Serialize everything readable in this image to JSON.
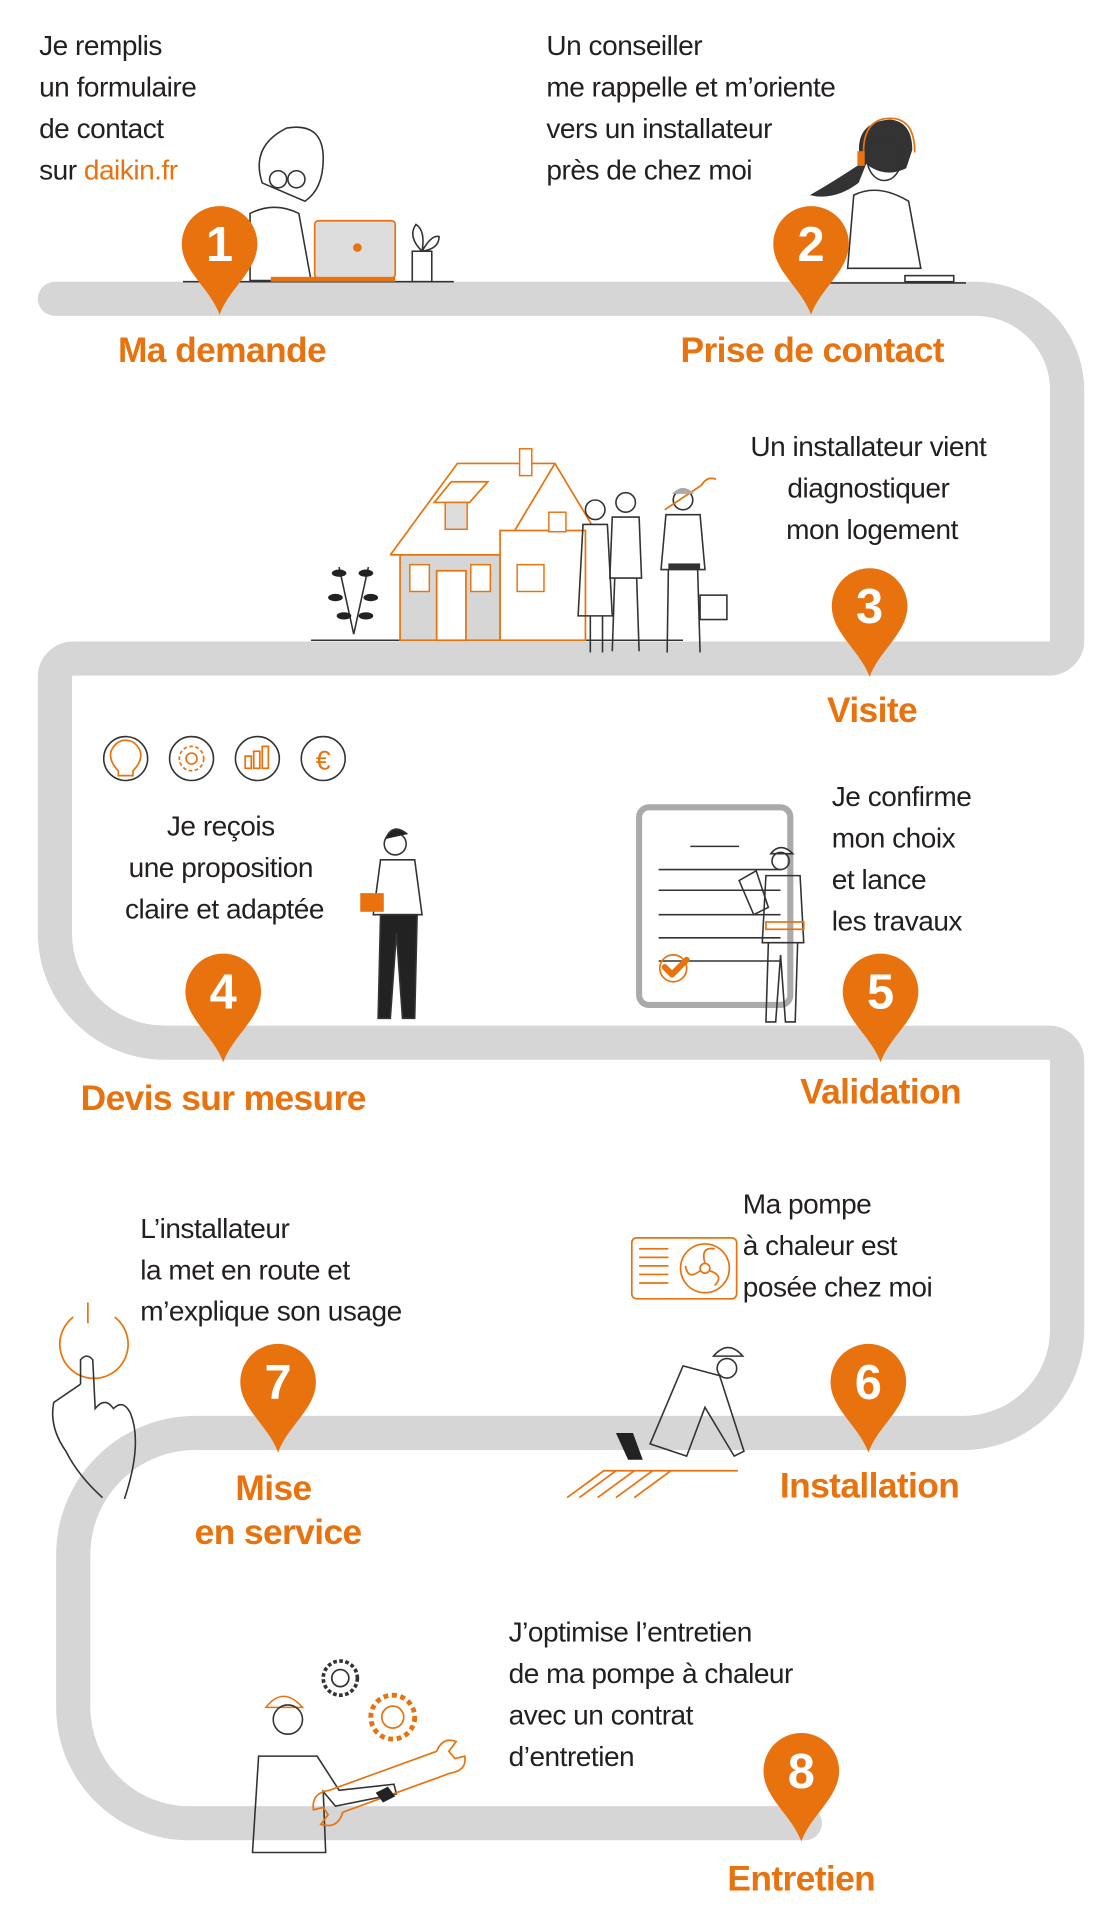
{
  "colors": {
    "accent": "#e8730e",
    "road": "#d6d6d6",
    "text": "#231f20"
  },
  "steps": [
    {
      "number": "1",
      "title": "Ma demande",
      "lines": [
        "Je remplis",
        "un formulaire",
        "de contact",
        "sur "
      ],
      "link": "daikin.fr"
    },
    {
      "number": "2",
      "title": "Prise de contact",
      "lines": [
        "Un conseiller",
        "me rappelle et m’oriente",
        "vers un installateur",
        "près de chez moi"
      ]
    },
    {
      "number": "3",
      "title": "Visite",
      "lines": [
        "Un installateur vient",
        "diagnostiquer",
        "mon logement"
      ]
    },
    {
      "number": "4",
      "title": "Devis sur mesure",
      "lines": [
        "Je reçois",
        "une proposition",
        "claire et adaptée"
      ],
      "icons": [
        "lightbulb-icon",
        "gear-icon",
        "bar-chart-icon",
        "euro-icon"
      ]
    },
    {
      "number": "5",
      "title": "Validation",
      "lines": [
        "Je confirme",
        "mon choix",
        "et lance",
        "les travaux"
      ]
    },
    {
      "number": "6",
      "title": "Installation",
      "lines": [
        "Ma pompe",
        "à chaleur est",
        "posée chez moi"
      ]
    },
    {
      "number": "7",
      "title_lines": [
        "Mise",
        "en service"
      ],
      "lines": [
        "L’installateur",
        "la met en route et",
        "m’explique son usage"
      ]
    },
    {
      "number": "8",
      "title": "Entretien",
      "lines": [
        "J’optimise l’entretien",
        "de ma pompe à chaleur",
        "avec un contrat",
        "d’entretien"
      ]
    }
  ]
}
